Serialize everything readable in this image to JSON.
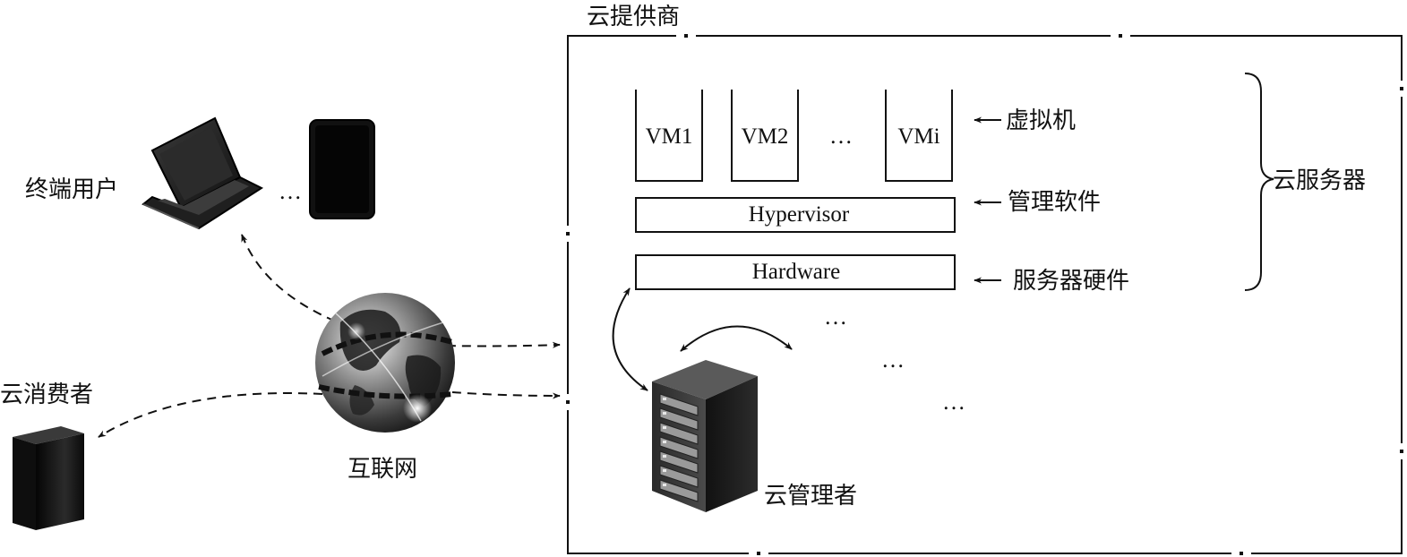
{
  "diagram": {
    "provider_label": "云提供商",
    "end_user_label": "终端用户",
    "consumer_label": "云消费者",
    "internet_label": "互联网",
    "manager_label": "云管理者",
    "server_label": "云服务器",
    "vm_labels": [
      "VM1",
      "VM2",
      "VMi"
    ],
    "vm_ellipsis": "…",
    "device_ellipsis": "…",
    "hypervisor_label": "Hypervisor",
    "hardware_label": "Hardware",
    "arrow_labels": {
      "vm": "虚拟机",
      "hypervisor": "管理软件",
      "hardware": "服务器硬件"
    },
    "server_ellipses": [
      "…",
      "…",
      "…"
    ]
  }
}
